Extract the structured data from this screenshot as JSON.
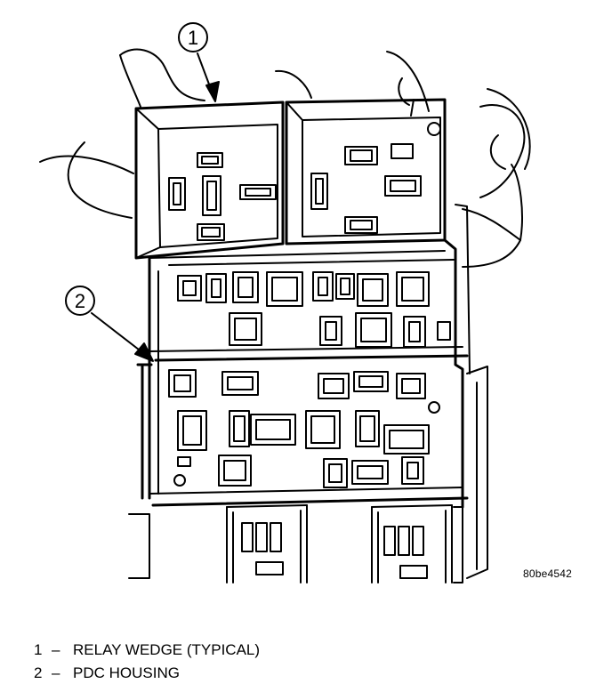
{
  "callouts": [
    {
      "number": "1",
      "label": "RELAY WEDGE (TYPICAL)"
    },
    {
      "number": "2",
      "label": "PDC HOUSING"
    }
  ],
  "legend_dash": "–",
  "figure_id": "80be4542",
  "colors": {
    "ink": "#000000",
    "paper": "#ffffff"
  }
}
